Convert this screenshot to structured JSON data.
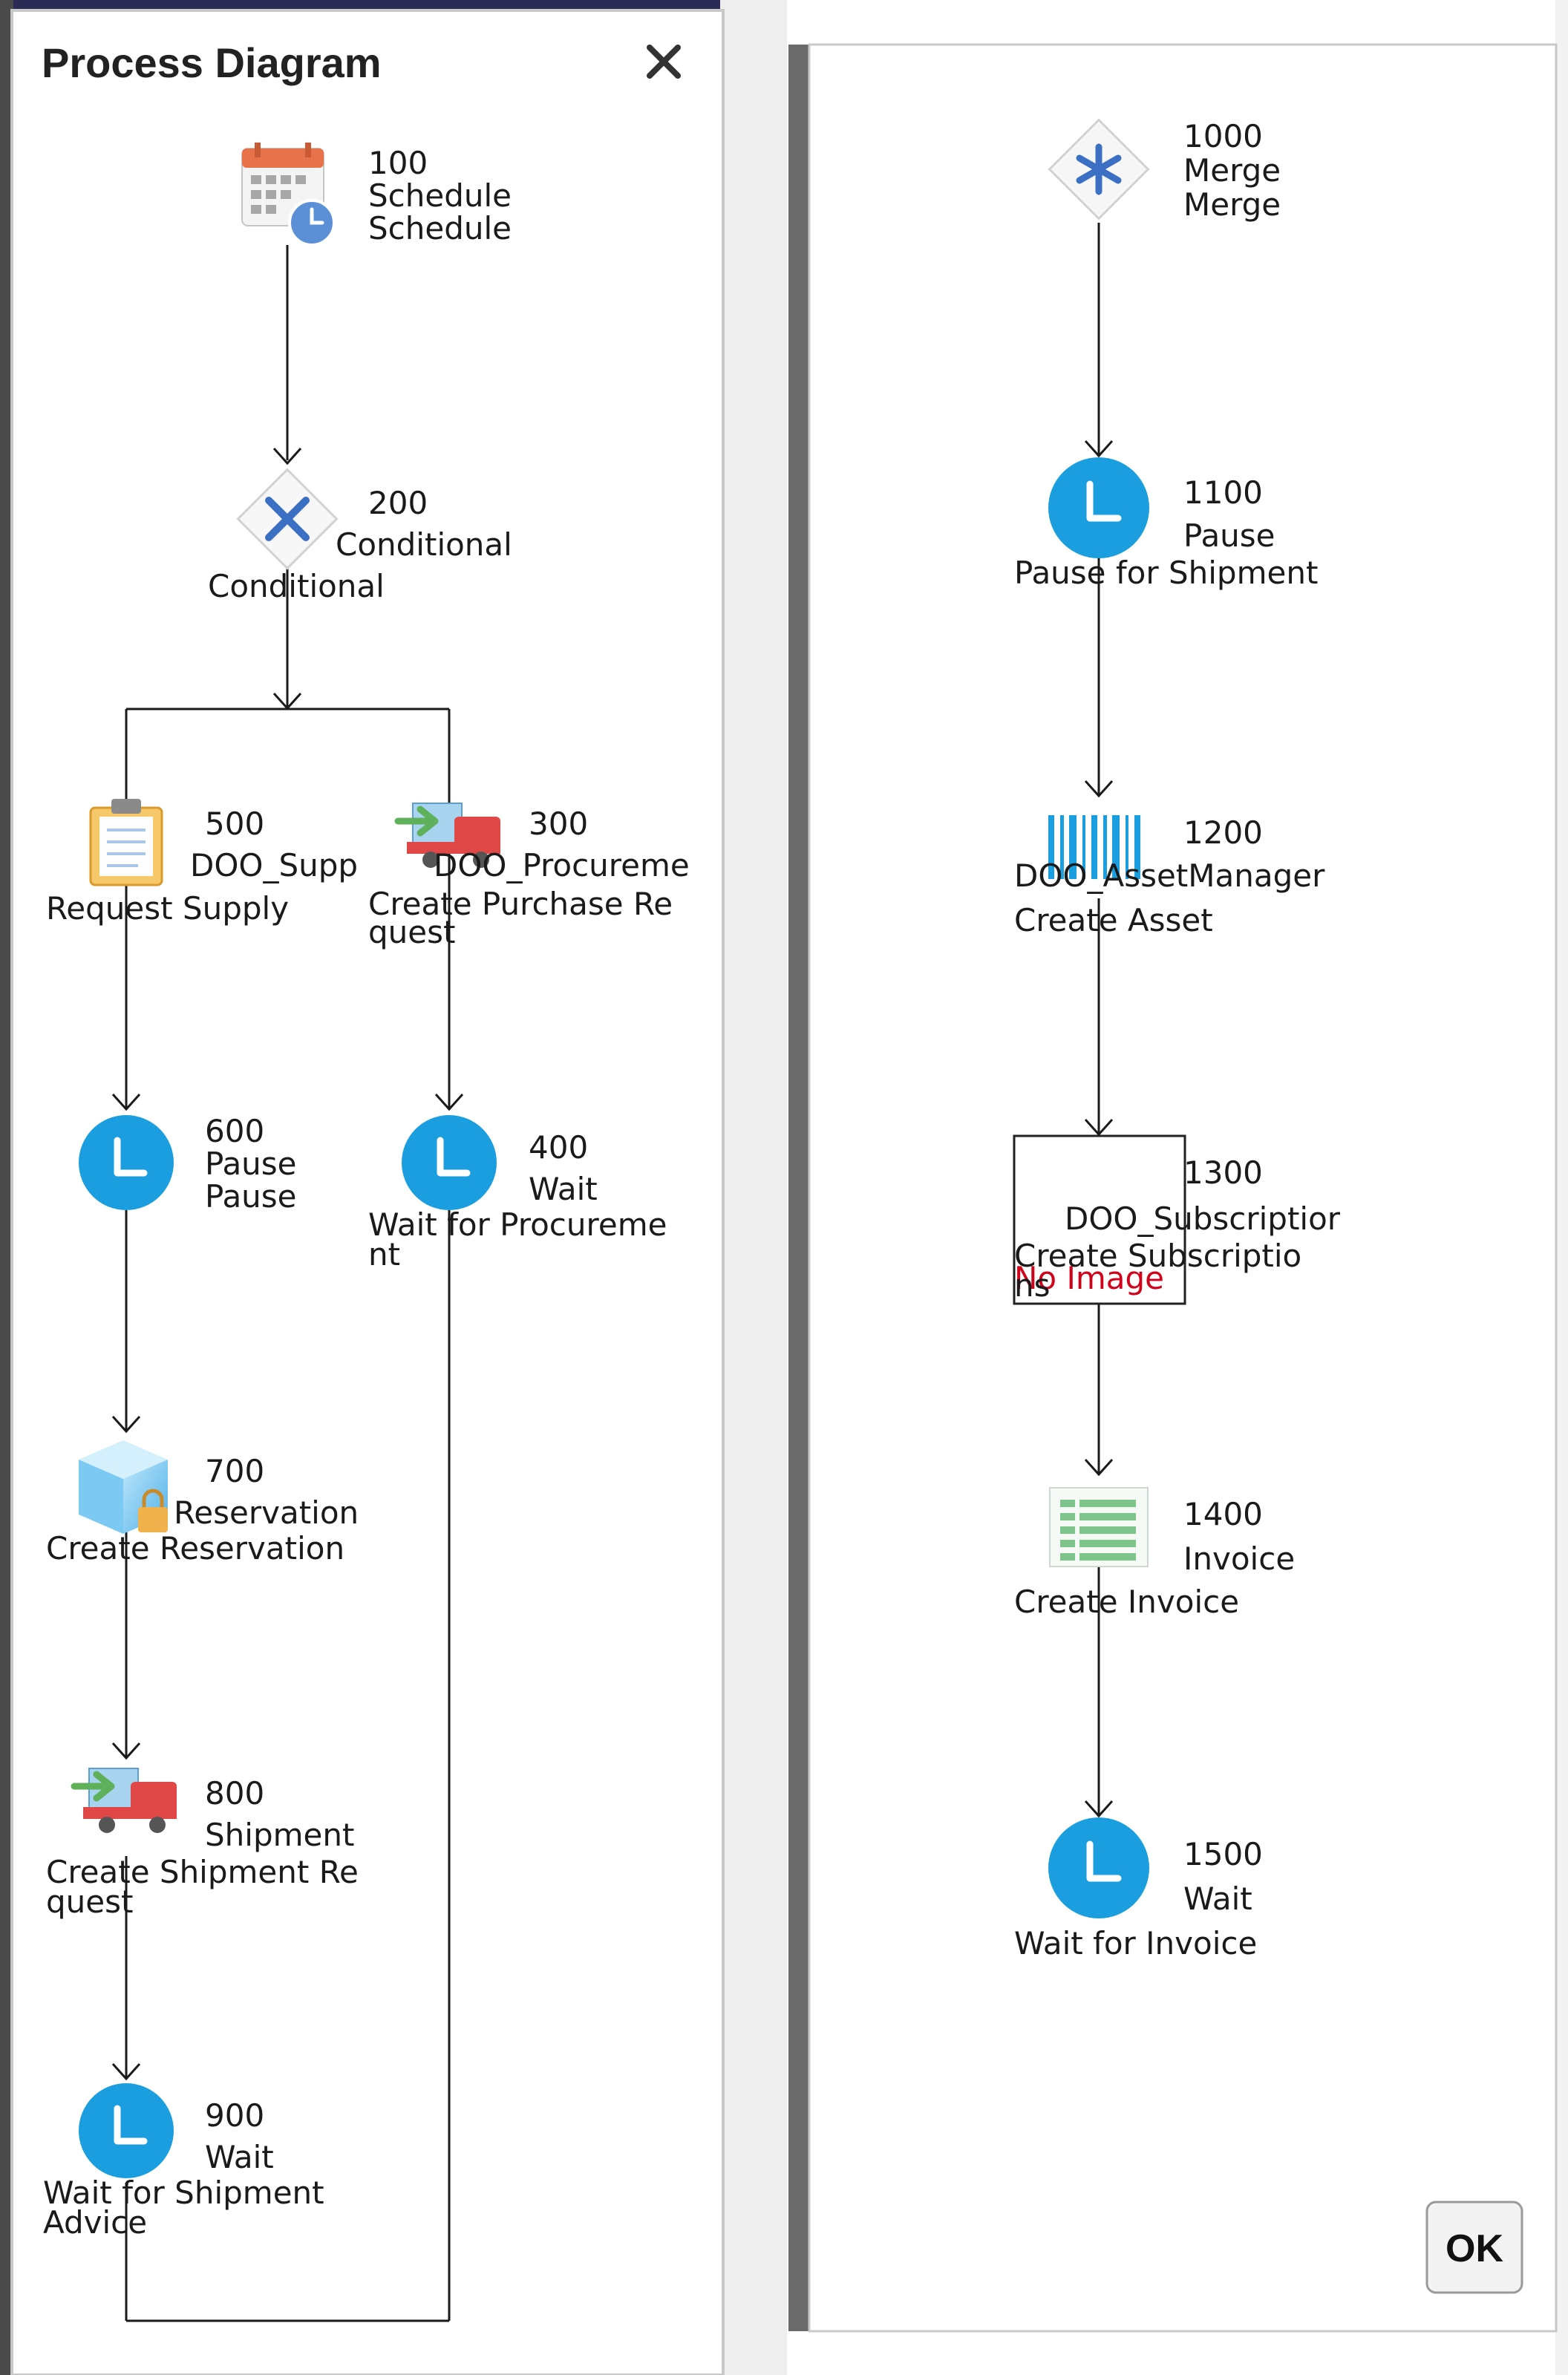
{
  "dialog": {
    "title": "Process Diagram",
    "ok_label": "OK",
    "no_image_label": "No Image"
  },
  "left_column": {
    "nodes": [
      {
        "id": "100",
        "lines": [
          "Schedule",
          "Schedule"
        ],
        "icon": "calendar-clock-icon"
      },
      {
        "id": "200",
        "lines": [
          "Conditional",
          "Conditional"
        ],
        "icon": "conditional-x-icon"
      },
      {
        "id": "500",
        "lines": [
          "DOO_Supp",
          "Request Supply"
        ],
        "icon": "clipboard-icon"
      },
      {
        "id": "300",
        "lines": [
          "DOO_Procureme",
          "Create Purchase Re",
          "quest"
        ],
        "icon": "truck-icon"
      },
      {
        "id": "600",
        "lines": [
          "Pause",
          "Pause"
        ],
        "icon": "clock-icon"
      },
      {
        "id": "400",
        "lines": [
          "Wait",
          "Wait for Procureme",
          "nt"
        ],
        "icon": "clock-icon"
      },
      {
        "id": "700",
        "lines": [
          "Reservation",
          "Create Reservation"
        ],
        "icon": "box-lock-icon"
      },
      {
        "id": "800",
        "lines": [
          "Shipment",
          "Create Shipment Re",
          "quest"
        ],
        "icon": "truck-icon"
      },
      {
        "id": "900",
        "lines": [
          "Wait",
          "Wait for Shipment",
          "Advice"
        ],
        "icon": "clock-icon"
      }
    ]
  },
  "right_column": {
    "nodes": [
      {
        "id": "1000",
        "lines": [
          "Merge",
          "Merge"
        ],
        "icon": "merge-asterisk-icon"
      },
      {
        "id": "1100",
        "lines": [
          "Pause",
          "Pause for Shipment"
        ],
        "icon": "clock-icon"
      },
      {
        "id": "1200",
        "lines": [
          "DOO_AssetManager",
          "Create Asset"
        ],
        "icon": "barcode-icon"
      },
      {
        "id": "1300",
        "lines": [
          "DOO_Subscriptior",
          "Create Subscriptio",
          "ns"
        ],
        "icon": "no-image-icon"
      },
      {
        "id": "1400",
        "lines": [
          "Invoice",
          "Create Invoice"
        ],
        "icon": "invoice-sheet-icon"
      },
      {
        "id": "1500",
        "lines": [
          "Wait",
          "Wait for Invoice"
        ],
        "icon": "clock-icon"
      }
    ]
  },
  "colors": {
    "clock_blue": "#1a9ee0",
    "conditional_blue": "#3a6fc4",
    "calendar_orange": "#e8734a",
    "truck_red": "#e04848",
    "box_blue": "#6ec1f0",
    "invoice_green": "#7fc48a",
    "lock_gold": "#f0b24c",
    "no_image_red": "#d0021b"
  }
}
